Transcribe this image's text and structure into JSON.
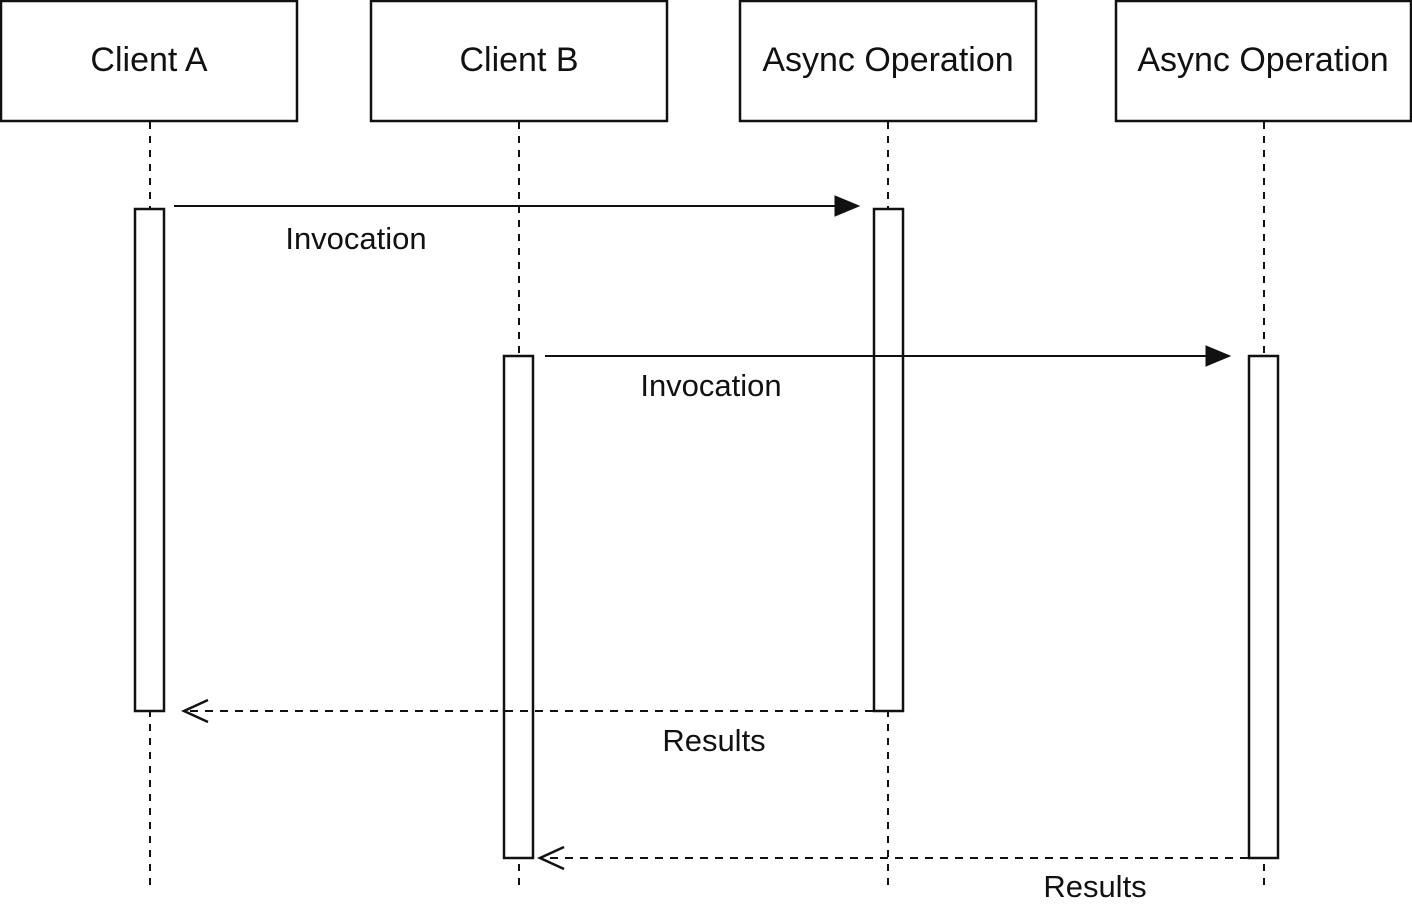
{
  "participants": [
    {
      "label": "Client A"
    },
    {
      "label": "Client B"
    },
    {
      "label": "Async Operation"
    },
    {
      "label": "Async Operation"
    }
  ],
  "messages": [
    {
      "label": "Invocation",
      "style": "solid"
    },
    {
      "label": "Invocation",
      "style": "solid"
    },
    {
      "label": "Results",
      "style": "dashed"
    },
    {
      "label": "Results",
      "style": "dashed"
    }
  ]
}
